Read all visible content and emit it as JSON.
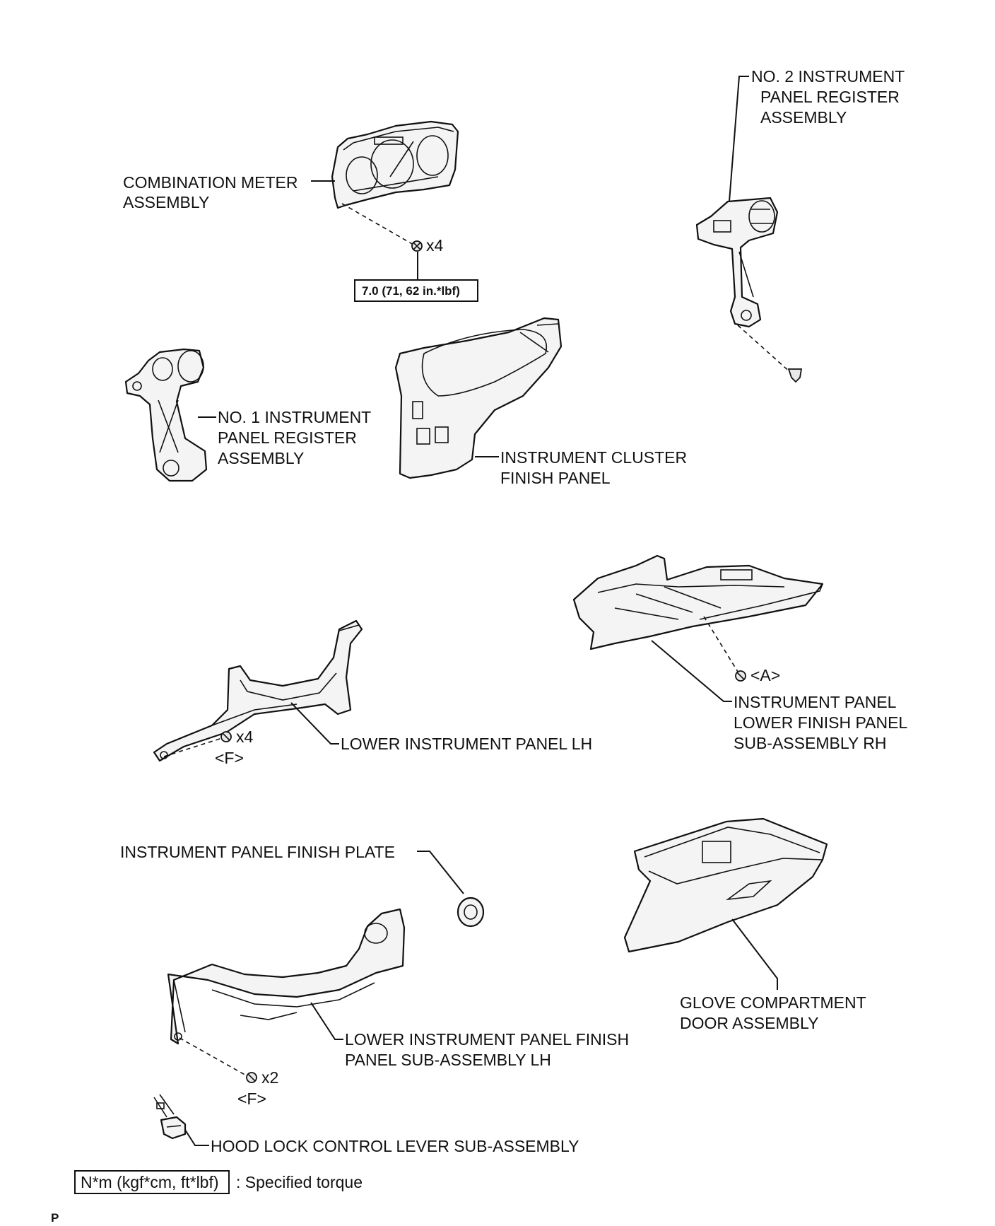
{
  "labels": {
    "combination_meter": [
      "COMBINATION METER",
      "ASSEMBLY"
    ],
    "no2_register": [
      "NO. 2 INSTRUMENT",
      "PANEL REGISTER",
      "ASSEMBLY"
    ],
    "no1_register": [
      "NO. 1 INSTRUMENT",
      "PANEL REGISTER",
      "ASSEMBLY"
    ],
    "cluster_finish_panel": [
      "INSTRUMENT CLUSTER",
      "FINISH PANEL"
    ],
    "lower_panel_lh": "LOWER INSTRUMENT PANEL LH",
    "lower_finish_panel_rh": [
      "INSTRUMENT PANEL",
      "LOWER FINISH PANEL",
      "SUB-ASSEMBLY RH"
    ],
    "finish_plate": "INSTRUMENT PANEL FINISH PLATE",
    "glove_compartment": [
      "GLOVE COMPARTMENT",
      "DOOR ASSEMBLY"
    ],
    "lower_finish_panel_lh": [
      "LOWER INSTRUMENT PANEL FINISH",
      "PANEL SUB-ASSEMBLY LH"
    ],
    "hood_lock_lever": "HOOD LOCK CONTROL LEVER SUB-ASSEMBLY"
  },
  "fasteners": {
    "meter_qty": "x4",
    "lower_lh_qty": "x4",
    "lower_lh_code": "<F>",
    "rh_code": "<A>",
    "finish_lh_qty": "x2",
    "finish_lh_code": "<F>"
  },
  "torque": {
    "meter_value": "7.0 (71, 62 in.*lbf)"
  },
  "legend": {
    "unit_box": "N*m (kgf*cm, ft*lbf)",
    "description": ": Specified torque"
  },
  "footer": {
    "code": "P"
  }
}
